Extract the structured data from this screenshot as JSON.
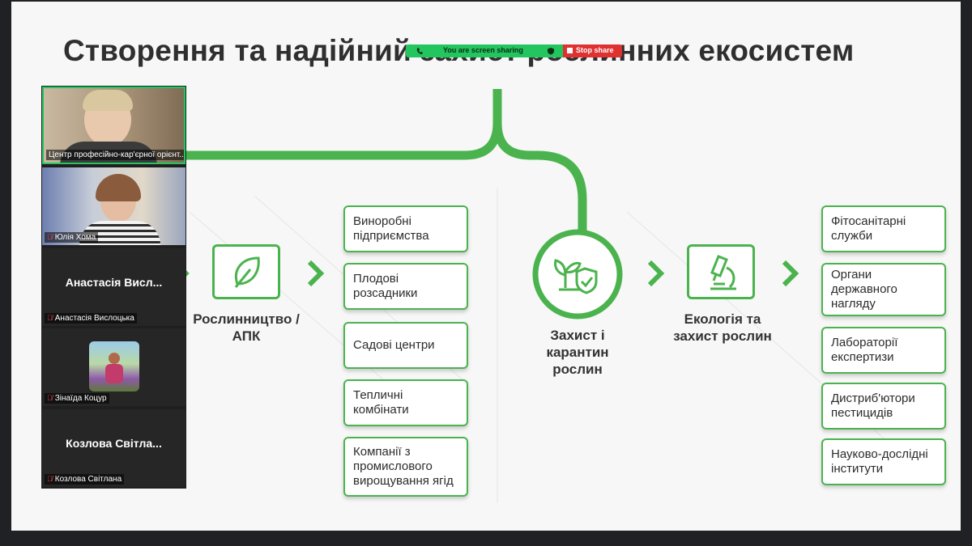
{
  "slide": {
    "title": "Створення та надійний захист рослинних екосистем",
    "left_hub": "Рослинництво / АПК",
    "center_hub": "Захист і карантин рослин",
    "right_hub": "Екологія та захист рослин",
    "left_items": [
      "Виноробні підприємства",
      "Плодові розсадники",
      "Садові центри",
      "Тепличні комбінати",
      "Компанії з промислового вирощування ягід"
    ],
    "right_items": [
      "Фітосанітарні служби",
      "Органи державного нагляду",
      "Лабораторії експертизи",
      "Дистриб'ютори пестицидів",
      "Науково-дослідні інститути"
    ]
  },
  "share": {
    "status": "You are screen sharing",
    "stop_label": "Stop share"
  },
  "participants": [
    {
      "name": "Центр професійно-кар'єрної орієнт...",
      "type": "video"
    },
    {
      "name": "Юлія Хома",
      "type": "video",
      "muted": true
    },
    {
      "name": "Анастасія Вислоцька",
      "display": "Анастасія Висл...",
      "type": "name",
      "muted": true
    },
    {
      "name": "Зінаїда Коцур",
      "type": "avatar",
      "muted": true
    },
    {
      "name": "Козлова Світлана",
      "display": "Козлова Світла...",
      "type": "name",
      "muted": true
    }
  ],
  "colors": {
    "accent": "#4bb34e",
    "share_green": "#22c55e",
    "stop_red": "#e03131"
  }
}
